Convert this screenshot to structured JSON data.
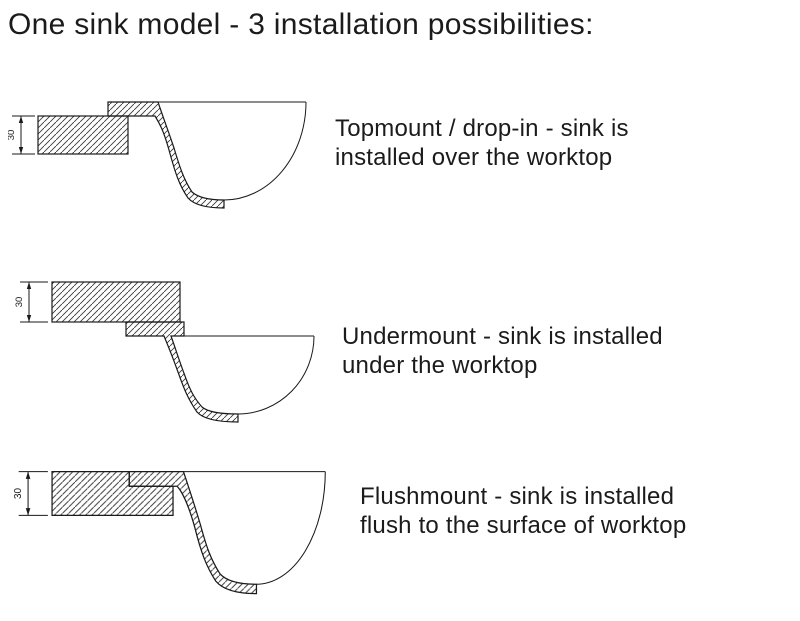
{
  "title": "One sink model - 3 installation possibilities:",
  "rows": [
    {
      "id": "topmount",
      "caption": "Topmount / drop-in - sink is\ninstalled over the worktop",
      "dimension_label": "30"
    },
    {
      "id": "undermount",
      "caption": "Undermount - sink is installed\nunder the worktop",
      "dimension_label": "30"
    },
    {
      "id": "flushmount",
      "caption": "Flushmount - sink is installed\nflush to the surface of worktop",
      "dimension_label": "30"
    }
  ],
  "colors": {
    "background": "#ffffff",
    "line": "#1a1a1a",
    "text": "#1b1b1b"
  }
}
